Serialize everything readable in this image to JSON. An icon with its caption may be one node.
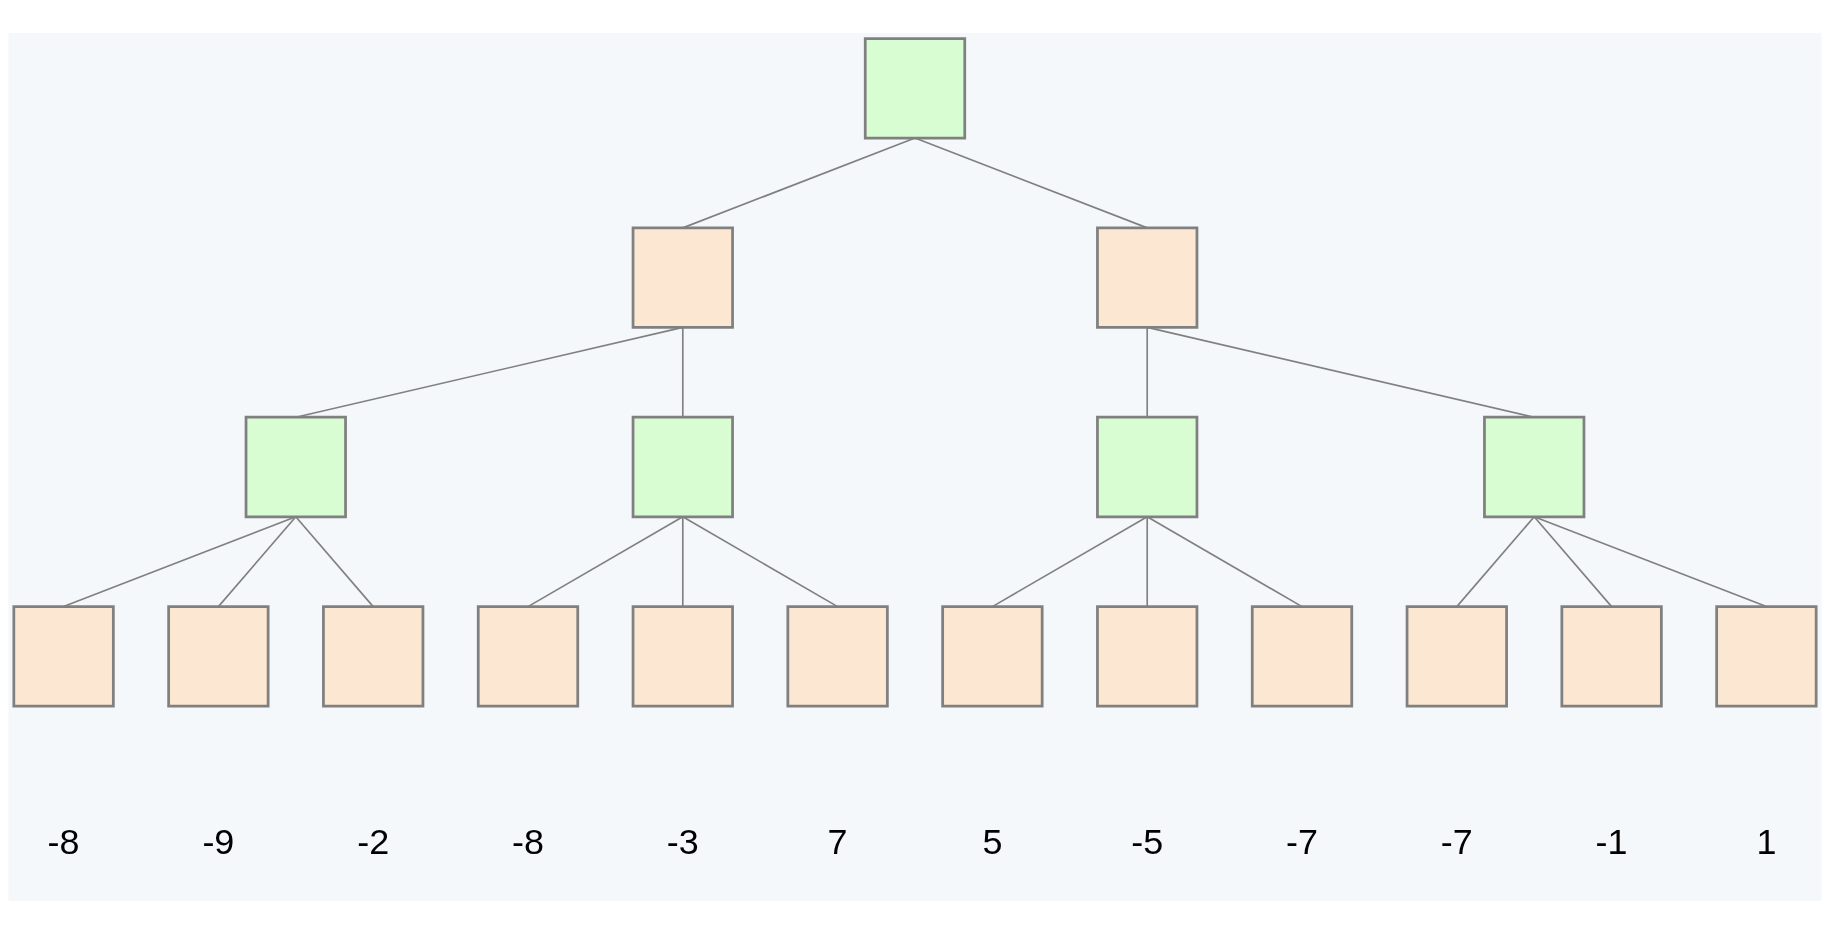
{
  "diagram": {
    "nodes": [
      {
        "text": [],
        "shape": "box"
      },
      {
        "text": [],
        "shape": "box"
      },
      {
        "text": [],
        "shape": "box"
      },
      {
        "text": [],
        "shape": "box"
      },
      {
        "text": [],
        "shape": "box"
      },
      {
        "text": [],
        "shape": "box"
      },
      {
        "text": [],
        "shape": "box"
      },
      {
        "text": [],
        "shape": "box",
        "beside": [
          "-8"
        ]
      },
      {
        "text": [],
        "shape": "box",
        "beside": [
          "-9"
        ]
      },
      {
        "text": [],
        "shape": "box",
        "beside": [
          "-2"
        ]
      },
      {
        "text": [],
        "shape": "box",
        "beside": [
          "-8"
        ]
      },
      {
        "text": [],
        "shape": "box",
        "beside": [
          "-3"
        ]
      },
      {
        "text": [],
        "shape": "box",
        "beside": [
          "7"
        ]
      },
      {
        "text": [],
        "shape": "box",
        "beside": [
          "5"
        ]
      },
      {
        "text": [],
        "shape": "box",
        "beside": [
          "-5"
        ]
      },
      {
        "text": [],
        "shape": "box",
        "beside": [
          "-7"
        ]
      },
      {
        "text": [],
        "shape": "box",
        "beside": [
          "-7"
        ]
      },
      {
        "text": [],
        "shape": "box",
        "beside": [
          "-1"
        ]
      },
      {
        "text": [],
        "shape": "box",
        "beside": [
          "1"
        ]
      }
    ],
    "edges": [
      {
        "from": 0,
        "to": 1,
        "arrow": "none"
      },
      {
        "from": 0,
        "to": 2,
        "arrow": "none"
      },
      {
        "from": 1,
        "to": 3,
        "arrow": "none"
      },
      {
        "from": 1,
        "to": 4,
        "arrow": "none"
      },
      {
        "from": 2,
        "to": 5,
        "arrow": "none"
      },
      {
        "from": 2,
        "to": 6,
        "arrow": "none"
      },
      {
        "from": 3,
        "to": 7,
        "arrow": "none"
      },
      {
        "from": 3,
        "to": 8,
        "arrow": "none"
      },
      {
        "from": 3,
        "to": 9,
        "arrow": "none"
      },
      {
        "from": 4,
        "to": 10,
        "arrow": "none"
      },
      {
        "from": 4,
        "to": 11,
        "arrow": "none"
      },
      {
        "from": 4,
        "to": 12,
        "arrow": "none"
      },
      {
        "from": 5,
        "to": 13,
        "arrow": "none"
      },
      {
        "from": 5,
        "to": 14,
        "arrow": "none"
      },
      {
        "from": 5,
        "to": 15,
        "arrow": "none"
      },
      {
        "from": 6,
        "to": 16,
        "arrow": "none"
      },
      {
        "from": 6,
        "to": 17,
        "arrow": "none"
      },
      {
        "from": 6,
        "to": 18,
        "arrow": "none"
      }
    ]
  }
}
